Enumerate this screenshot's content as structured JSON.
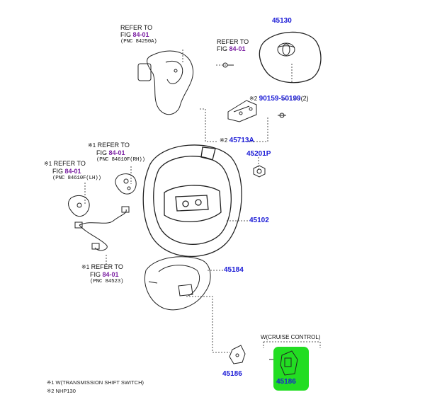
{
  "refs": [
    {
      "id": "ref-84250a",
      "line1": "REFER TO",
      "fig_prefix": "FIG ",
      "fig": "84-01",
      "pnc": "(PNC 84250A)"
    },
    {
      "id": "ref-top",
      "line1": "REFER TO",
      "fig_prefix": "FIG ",
      "fig": "84-01"
    },
    {
      "id": "ref-84610f-rh",
      "mark": "※1",
      "line1": "REFER TO",
      "fig_prefix": "FIG ",
      "fig": "84-01",
      "pnc": "(PNC 84610F(RH))"
    },
    {
      "id": "ref-84610f-lh",
      "mark": "※1",
      "line1": "REFER TO",
      "fig_prefix": "FIG ",
      "fig": "84-01",
      "pnc": "(PNC 84610F(LH))"
    },
    {
      "id": "ref-84523",
      "mark": "※1",
      "line1": "REFER TO",
      "fig_prefix": "FIG ",
      "fig": "84-01",
      "pnc": "(PNC 84523)"
    }
  ],
  "parts": {
    "p45130": "45130",
    "p90159": "90159-50199",
    "p90159_mark": "※2",
    "p90159_qty": "(2)",
    "p45713a": "45713A",
    "p45713a_mark": "※2",
    "p45201p": "45201P",
    "p45102": "45102",
    "p45184": "45184",
    "p45186a": "45186",
    "p45186b": "45186"
  },
  "cruise_label": "W(CRUISE CONTROL)",
  "notes": [
    "※1 W(TRANSMISSION SHIFT SWITCH)",
    "※2 NHP130"
  ],
  "colors": {
    "part_number": "#1a1ad6",
    "fig_ref": "#7b1fa2",
    "highlight": "#22dd22",
    "line": "#222222"
  }
}
